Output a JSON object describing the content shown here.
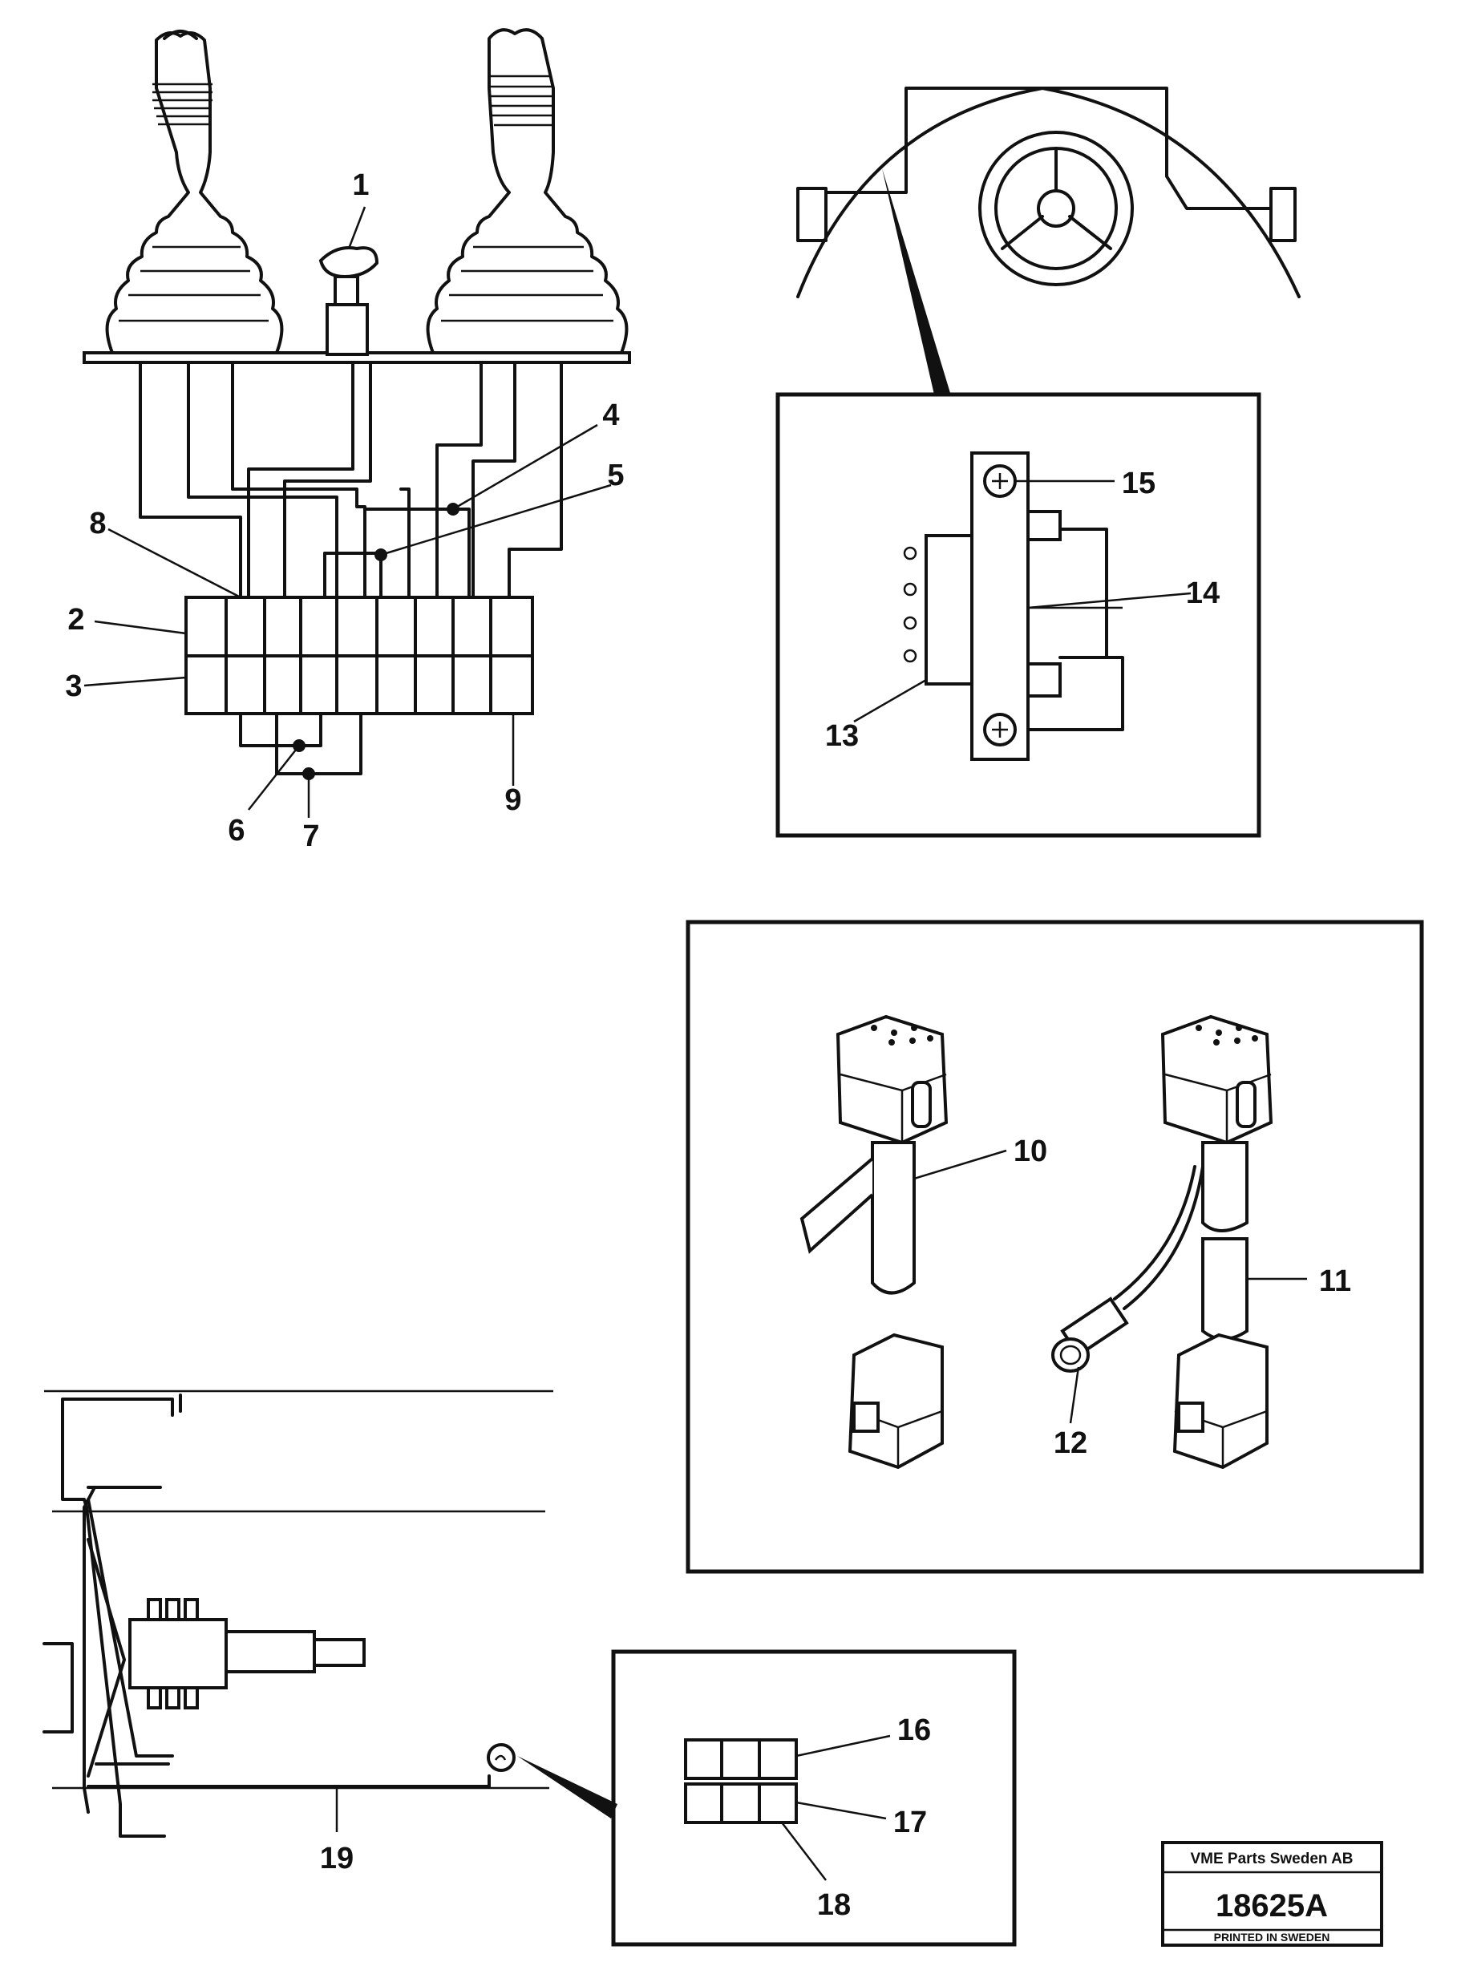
{
  "callouts": [
    "1",
    "2",
    "3",
    "4",
    "5",
    "6",
    "7",
    "8",
    "9",
    "10",
    "11",
    "12",
    "13",
    "14",
    "15",
    "16",
    "17",
    "18",
    "19"
  ],
  "badge": {
    "company": "VME Parts Sweden AB",
    "number": "18625A",
    "printed": "PRINTED IN SWEDEN"
  }
}
